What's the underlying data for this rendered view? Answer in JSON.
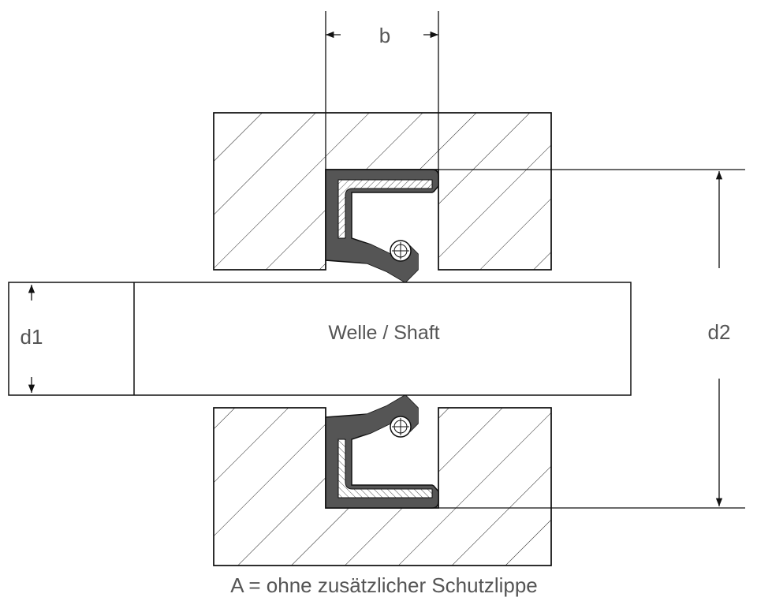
{
  "labels": {
    "width_b": "b",
    "inner_d1": "d1",
    "outer_d2": "d2",
    "shaft": "Welle / Shaft",
    "caption": "A = ohne zusätzlicher Schutzlippe"
  },
  "colors": {
    "line": "#111111",
    "seal": "#555555",
    "text": "#555555",
    "background": "#ffffff"
  }
}
